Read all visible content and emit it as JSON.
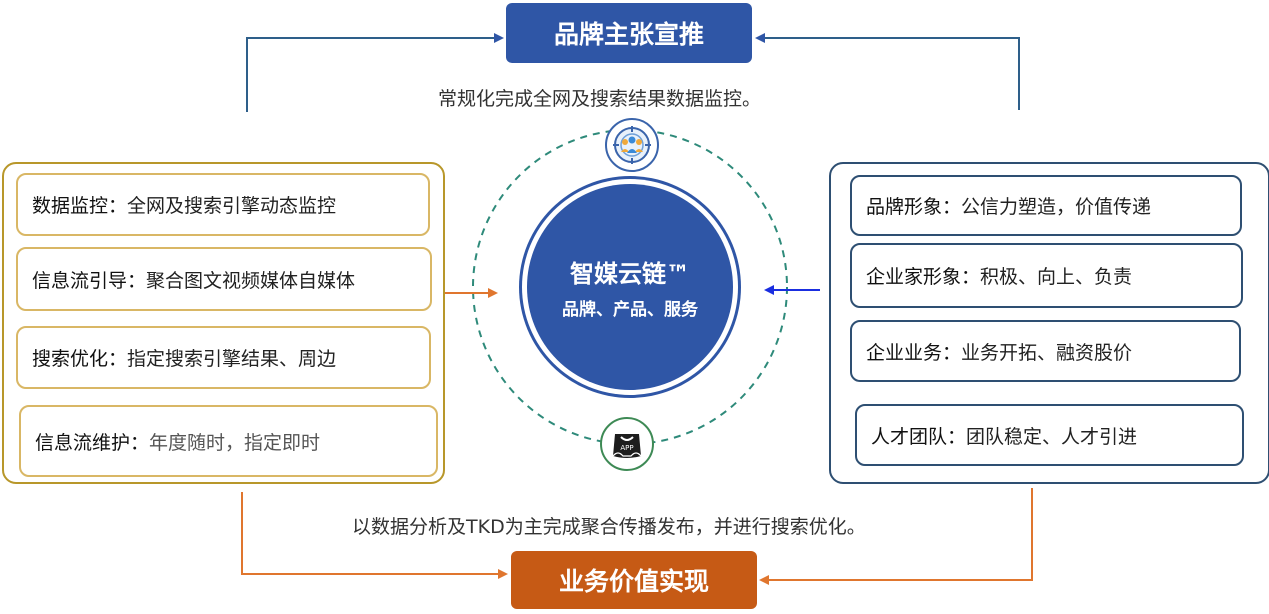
{
  "top_title": "品牌主张宣推",
  "top_caption": "常规化完成全网及搜索结果数据监控。",
  "bottom_caption": "以数据分析及TKD为主完成聚合传播发布，并进行搜索优化。",
  "bottom_title": "业务价值实现",
  "center": {
    "name": "智媒云链™",
    "subtitle": "品牌、产品、服务"
  },
  "left_items": [
    {
      "label": "数据监控",
      "sep": "：",
      "desc": "全网及搜索引擎动态监控"
    },
    {
      "label": "信息流引导",
      "sep": "：",
      "desc": "聚合图文视频媒体自媒体"
    },
    {
      "label": "搜索优化",
      "sep": "：",
      "desc": "指定搜索引擎结果、周边"
    },
    {
      "label": "信息流维护",
      "sep": "：",
      "desc": "年度随时，指定即时"
    }
  ],
  "right_items": [
    {
      "label": "品牌形象",
      "sep": "：",
      "desc": "公信力塑造，价值传递"
    },
    {
      "label": "企业家形象",
      "sep": "：",
      "desc": "积极、向上、负责"
    },
    {
      "label": "企业业务",
      "sep": "：",
      "desc": "业务开拓、融资股价"
    },
    {
      "label": "人才团队",
      "sep": "：",
      "desc": "团队稳定、人才引进"
    }
  ],
  "app_icon_text": "APP",
  "colors": {
    "blue": "#2f56a6",
    "orange": "#c65a15",
    "gold": "#b8972a",
    "navy": "#2e4f72",
    "teal": "#2e8a7a"
  }
}
